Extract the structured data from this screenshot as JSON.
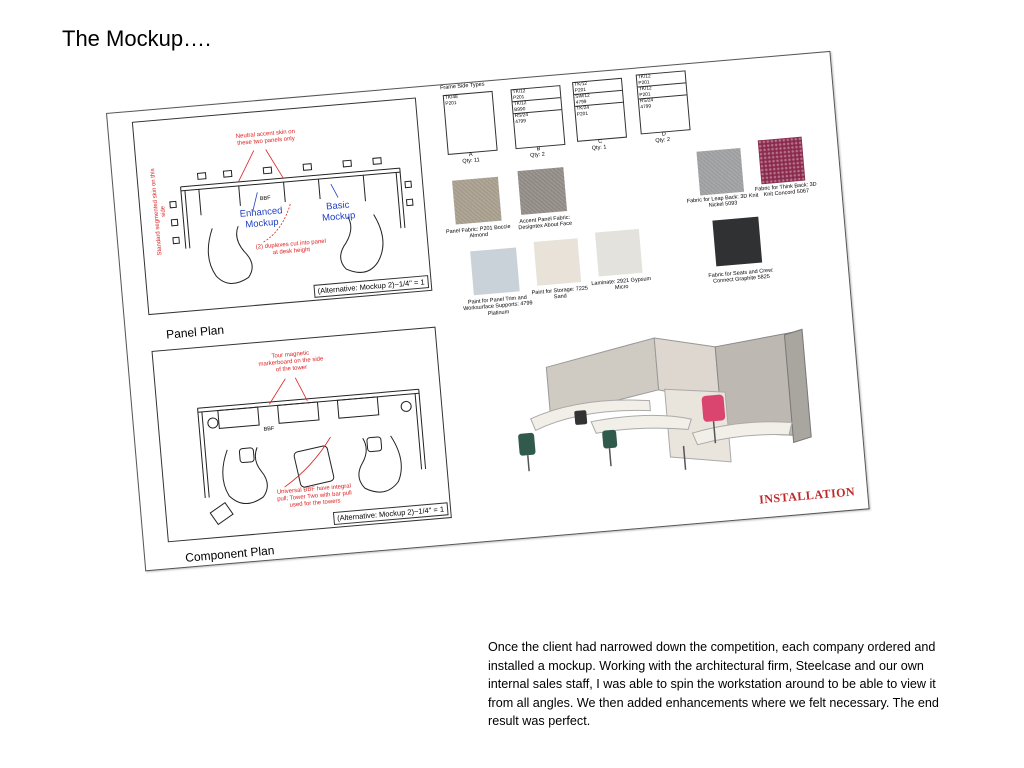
{
  "page": {
    "title": "The Mockup….",
    "paragraph": "Once the client had narrowed down the competition, each company ordered and installed a mockup.  Working with the architectural firm, Steelcase and our own internal sales staff, I was able to spin the workstation around to be able to view it from all angles.  We then added enhancements where we felt necessary.  The end result was perfect."
  },
  "panel_plan": {
    "caption": "Panel Plan",
    "scale_note": "(Alternative: Mockup 2)~1/4\" = 1",
    "note_accent_skin": "Neutral accent skin on these two panels only",
    "note_segmented": "Standard segmented skin on this side",
    "enhanced_label": "Enhanced Mockup",
    "basic_label": "Basic Mockup",
    "note_duplexes": "(2) duplexes cut into panel at desk height",
    "bbf": "BBF"
  },
  "component_plan": {
    "caption": "Component Plan",
    "scale_note": "(Alternative: Mockup 2)~1/4\" = 1",
    "note_markerboard": "Tour magnetic markerboard on the side of the tower",
    "note_bbf": "Universal BBF have integral pull; Tower Two with bar pull used for the towers",
    "bbf": "BBF"
  },
  "frame_side_types": {
    "heading": "Frame Side Types",
    "boxes": [
      {
        "rows": [
          "TK/48",
          "P201"
        ],
        "letter": "A",
        "qty": "Qty: 11"
      },
      {
        "rows": [
          "TK/12",
          "P201",
          "TK/12",
          "B990",
          "RS/24",
          "4799"
        ],
        "letter": "B",
        "qty": "Qty: 2"
      },
      {
        "rows": [
          "TK/12",
          "P201",
          "SW/12",
          "4799",
          "TK/24",
          "P201"
        ],
        "letter": "C",
        "qty": "Qty: 1"
      },
      {
        "rows": [
          "TK/12",
          "P201",
          "TK/12",
          "P201",
          "RS/24",
          "4799"
        ],
        "letter": "D",
        "qty": "Qty: 2"
      }
    ]
  },
  "swatches": [
    {
      "label": "Panel Fabric: P201 Boccie Almond",
      "color": "#a69c8c"
    },
    {
      "label": "Accent Panel Fabric: Designtex About Face",
      "color": "#8f8a84"
    },
    {
      "label": "Paint for Panel Trim and Worksurface Supports: 4799 Platinum",
      "color": "#c9d2d8"
    },
    {
      "label": "Paint for Storage: 7225 Sand",
      "color": "#e8e2d8"
    },
    {
      "label": "Laminate: 2921 Gypsum Micro",
      "color": "#e3e2dc"
    },
    {
      "label": "Fabric for Leap Back: 3D Knit Nickel 5093",
      "color": "#9c9ea0"
    },
    {
      "label": "Fabric for Think Back: 3D Knit Concord 5067",
      "color": "#8b2a4e"
    },
    {
      "label": "Fabric for Seats and Crew: Connect Graphite 5825",
      "color": "#2f3132"
    }
  ],
  "installation": {
    "label": "INSTALLATION"
  },
  "colors": {
    "annotation_red": "#dd2222",
    "annotation_blue": "#1f3fc4",
    "installation_red": "#c0282a",
    "chair_pink": "#d9456f",
    "chair_green": "#2f5a4c"
  }
}
